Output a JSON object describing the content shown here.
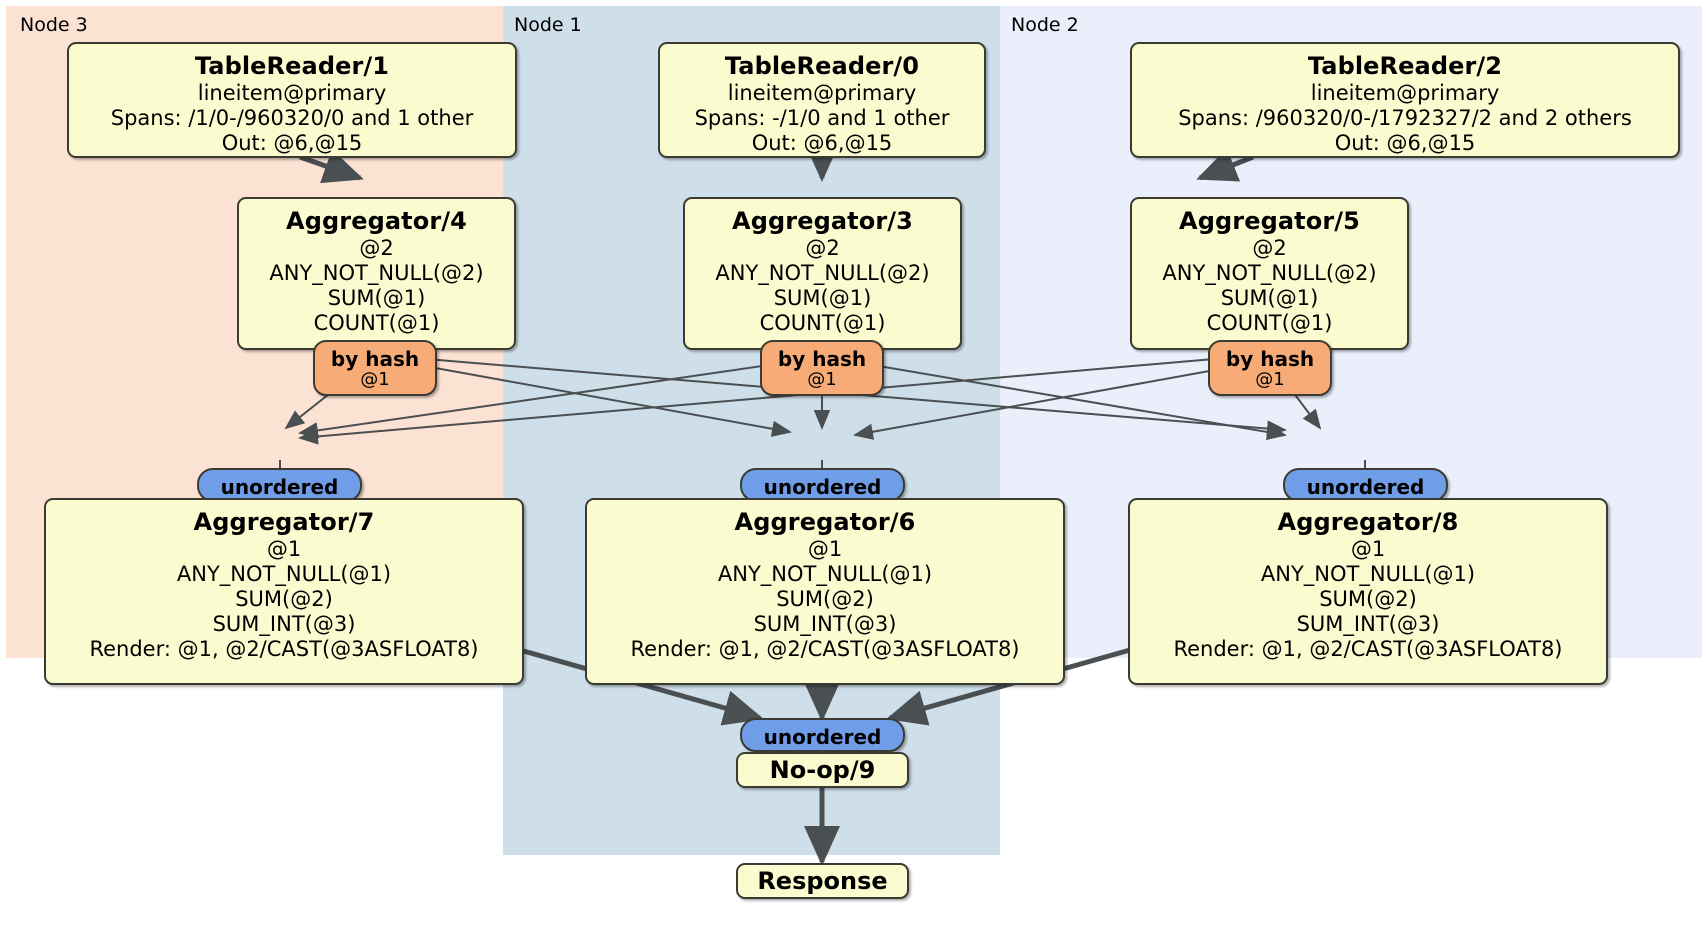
{
  "diagram": {
    "type": "distributed-query-plan",
    "regions": [
      {
        "id": "node3",
        "label": "Node 3",
        "color": "#fce2d3"
      },
      {
        "id": "node1",
        "label": "Node 1",
        "color": "#cfdfea"
      },
      {
        "id": "node2",
        "label": "Node 2",
        "color": "#eaeffb"
      }
    ],
    "readers": [
      {
        "id": "tr1",
        "title": "TableReader/1",
        "lines": [
          "lineitem@primary",
          "Spans: /1/0-/960320/0 and 1 other",
          "Out: @6,@15"
        ]
      },
      {
        "id": "tr0",
        "title": "TableReader/0",
        "lines": [
          "lineitem@primary",
          "Spans: -/1/0 and 1 other",
          "Out: @6,@15"
        ]
      },
      {
        "id": "tr2",
        "title": "TableReader/2",
        "lines": [
          "lineitem@primary",
          "Spans: /960320/0-/1792327/2 and 2 others",
          "Out: @6,@15"
        ]
      }
    ],
    "aggregators_top": [
      {
        "id": "agg4",
        "title": "Aggregator/4",
        "lines": [
          "@2",
          "ANY_NOT_NULL(@2)",
          "SUM(@1)",
          "COUNT(@1)"
        ]
      },
      {
        "id": "agg3",
        "title": "Aggregator/3",
        "lines": [
          "@2",
          "ANY_NOT_NULL(@2)",
          "SUM(@1)",
          "COUNT(@1)"
        ]
      },
      {
        "id": "agg5",
        "title": "Aggregator/5",
        "lines": [
          "@2",
          "ANY_NOT_NULL(@2)",
          "SUM(@1)",
          "COUNT(@1)"
        ]
      }
    ],
    "hash_badges": [
      {
        "id": "hash4",
        "label": "by hash",
        "column": "@1"
      },
      {
        "id": "hash3",
        "label": "by hash",
        "column": "@1"
      },
      {
        "id": "hash5",
        "label": "by hash",
        "column": "@1"
      }
    ],
    "unordered_badges": [
      {
        "id": "un7",
        "label": "unordered"
      },
      {
        "id": "un6",
        "label": "unordered"
      },
      {
        "id": "un8",
        "label": "unordered"
      },
      {
        "id": "unfinal",
        "label": "unordered"
      }
    ],
    "aggregators_bottom": [
      {
        "id": "agg7",
        "title": "Aggregator/7",
        "lines": [
          "@1",
          "ANY_NOT_NULL(@1)",
          "SUM(@2)",
          "SUM_INT(@3)",
          "Render: @1, @2/CAST(@3ASFLOAT8)"
        ]
      },
      {
        "id": "agg6",
        "title": "Aggregator/6",
        "lines": [
          "@1",
          "ANY_NOT_NULL(@1)",
          "SUM(@2)",
          "SUM_INT(@3)",
          "Render: @1, @2/CAST(@3ASFLOAT8)"
        ]
      },
      {
        "id": "agg8",
        "title": "Aggregator/8",
        "lines": [
          "@1",
          "ANY_NOT_NULL(@1)",
          "SUM(@2)",
          "SUM_INT(@3)",
          "Render: @1, @2/CAST(@3ASFLOAT8)"
        ]
      }
    ],
    "noop": {
      "id": "noop9",
      "title": "No-op/9"
    },
    "response": {
      "id": "response",
      "title": "Response"
    }
  }
}
